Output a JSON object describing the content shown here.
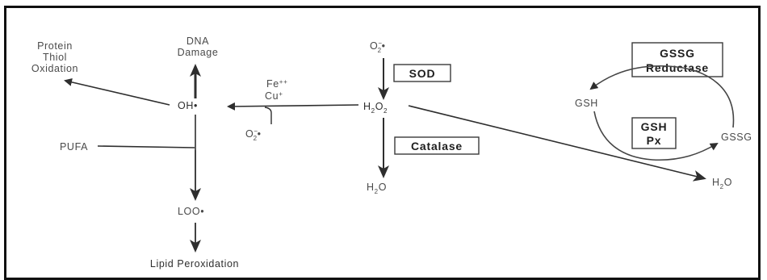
{
  "nodes": {
    "protein_thiol_oxidation": [
      "Protein",
      "Thiol",
      "Oxidation"
    ],
    "dna_damage": [
      "DNA",
      "Damage"
    ],
    "hydroxyl_radical": "OH•",
    "iron": "Fe",
    "iron_charge": "++",
    "copper": "Cu",
    "copper_charge": "+",
    "superoxide_left": "O",
    "superoxide_left_sub": "2",
    "superoxide_left_sup": "−",
    "superoxide_left_dot": "•",
    "superoxide_top": "O",
    "superoxide_top_sub": "2",
    "superoxide_top_sup": "−",
    "superoxide_top_dot": "•",
    "hydrogen_peroxide_h": "H",
    "hydrogen_peroxide_sub1": "2",
    "hydrogen_peroxide_o": "O",
    "hydrogen_peroxide_sub2": "2",
    "water_catalase_h": "H",
    "water_catalase_sub": "2",
    "water_catalase_o": "O",
    "water_gpx_h": "H",
    "water_gpx_sub": "2",
    "water_gpx_o": "O",
    "pufa": "PUFA",
    "peroxyl_radical": "LOO•",
    "lipid_peroxidation": "Lipid Peroxidation",
    "gsh": "GSH",
    "gssg": "GSSG"
  },
  "enzymes": {
    "sod": "SOD",
    "catalase": "Catalase",
    "gssg_reductase": [
      "GSSG",
      "Reductase"
    ],
    "gsh_px": [
      "GSH",
      "Px"
    ]
  },
  "colors": {
    "frame": "#111111",
    "arrow": "#2e2e2e",
    "text": "#4a4a4a",
    "background": "#ffffff"
  }
}
